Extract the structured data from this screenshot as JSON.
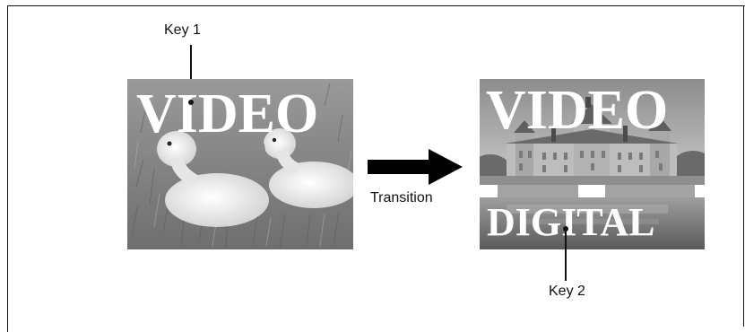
{
  "left_image": {
    "key_label": "Key 1",
    "key_text": "VIDEO",
    "subject": "ducklings-on-grass"
  },
  "right_image": {
    "key_label": "Key 2",
    "key_text_top": "VIDEO",
    "key_text_bottom": "DIGITAL",
    "subject": "chateau-with-water"
  },
  "transition_label": "Transition"
}
